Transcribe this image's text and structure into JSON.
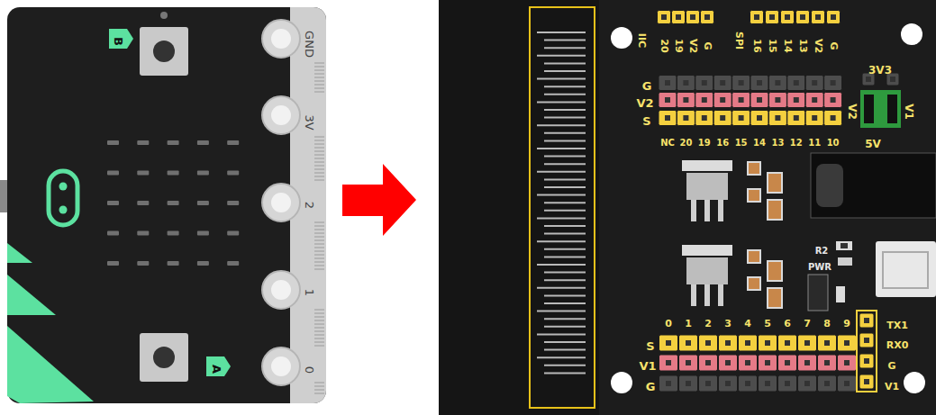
{
  "diagram": {
    "labels": [
      "B",
      "GND",
      "3V",
      "2",
      "1",
      "0",
      "A",
      "IIC",
      "20",
      "19",
      "V2",
      "G",
      "SPI",
      "16",
      "15",
      "14",
      "13",
      "V2",
      "G",
      "3V3",
      "G",
      "V2",
      "S",
      "V2",
      "V1",
      "NC",
      "20",
      "19",
      "16",
      "15",
      "14",
      "13",
      "12",
      "11",
      "10",
      "5V",
      "R2",
      "PWR",
      "0",
      "1",
      "2",
      "3",
      "4",
      "5",
      "6",
      "7",
      "8",
      "9",
      "TX1",
      "RX0",
      "S",
      "G",
      "V1",
      "V1",
      "G"
    ]
  }
}
